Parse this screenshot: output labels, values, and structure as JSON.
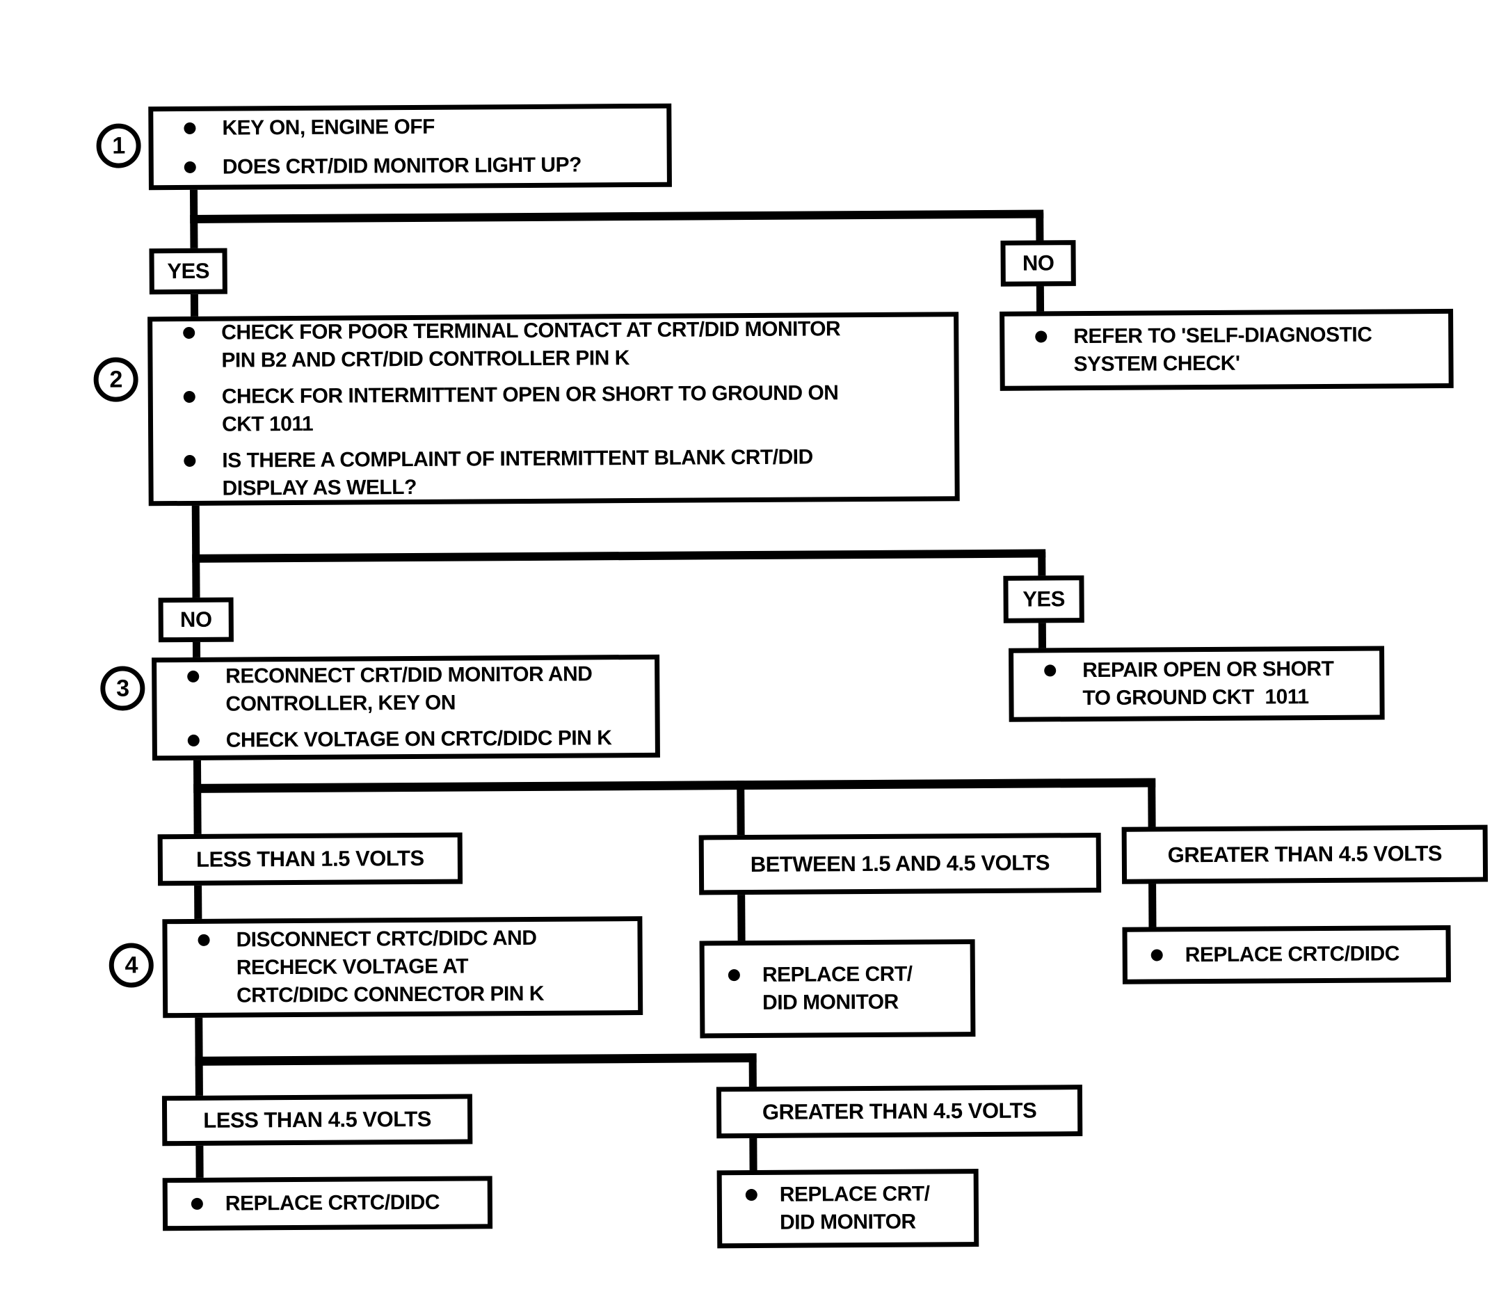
{
  "flowchart": {
    "step1": {
      "number": "1",
      "items": [
        "KEY ON, ENGINE OFF",
        "DOES CRT/DID MONITOR LIGHT UP?"
      ]
    },
    "branch1": {
      "yes": "YES",
      "no": "NO"
    },
    "refer_box": {
      "text": "REFER TO 'SELF-DIAGNOSTIC\nSYSTEM CHECK'"
    },
    "step2": {
      "number": "2",
      "items": [
        "CHECK FOR POOR TERMINAL CONTACT AT CRT/DID MONITOR\nPIN B2 AND CRT/DID CONTROLLER PIN K",
        "CHECK FOR INTERMITTENT OPEN OR SHORT TO GROUND ON\nCKT 1011",
        "IS THERE A COMPLAINT OF INTERMITTENT BLANK CRT/DID\nDISPLAY AS WELL?"
      ]
    },
    "branch2": {
      "no": "NO",
      "yes": "YES"
    },
    "repair_box": {
      "text": "REPAIR OPEN OR SHORT\nTO GROUND CKT  1011"
    },
    "step3": {
      "number": "3",
      "items": [
        "RECONNECT CRT/DID MONITOR AND\nCONTROLLER, KEY ON",
        "CHECK VOLTAGE ON CRTC/DIDC PIN K"
      ]
    },
    "voltage_branch_1": {
      "less": "LESS THAN 1.5 VOLTS",
      "between": "BETWEEN 1.5 AND 4.5 VOLTS",
      "greater": "GREATER THAN 4.5 VOLTS"
    },
    "step4": {
      "number": "4",
      "items": [
        "DISCONNECT CRTC/DIDC AND\nRECHECK VOLTAGE AT\nCRTC/DIDC CONNECTOR PIN K"
      ]
    },
    "replace_crt_mid": {
      "text": "REPLACE CRT/\nDID MONITOR"
    },
    "replace_crtc_right": {
      "text": "REPLACE CRTC/DIDC"
    },
    "voltage_branch_2": {
      "less": "LESS THAN 4.5 VOLTS",
      "greater": "GREATER THAN 4.5 VOLTS"
    },
    "replace_crtc_bottom": {
      "text": "REPLACE CRTC/DIDC"
    },
    "replace_crt_bottom": {
      "text": "REPLACE CRT/\nDID MONITOR"
    }
  }
}
